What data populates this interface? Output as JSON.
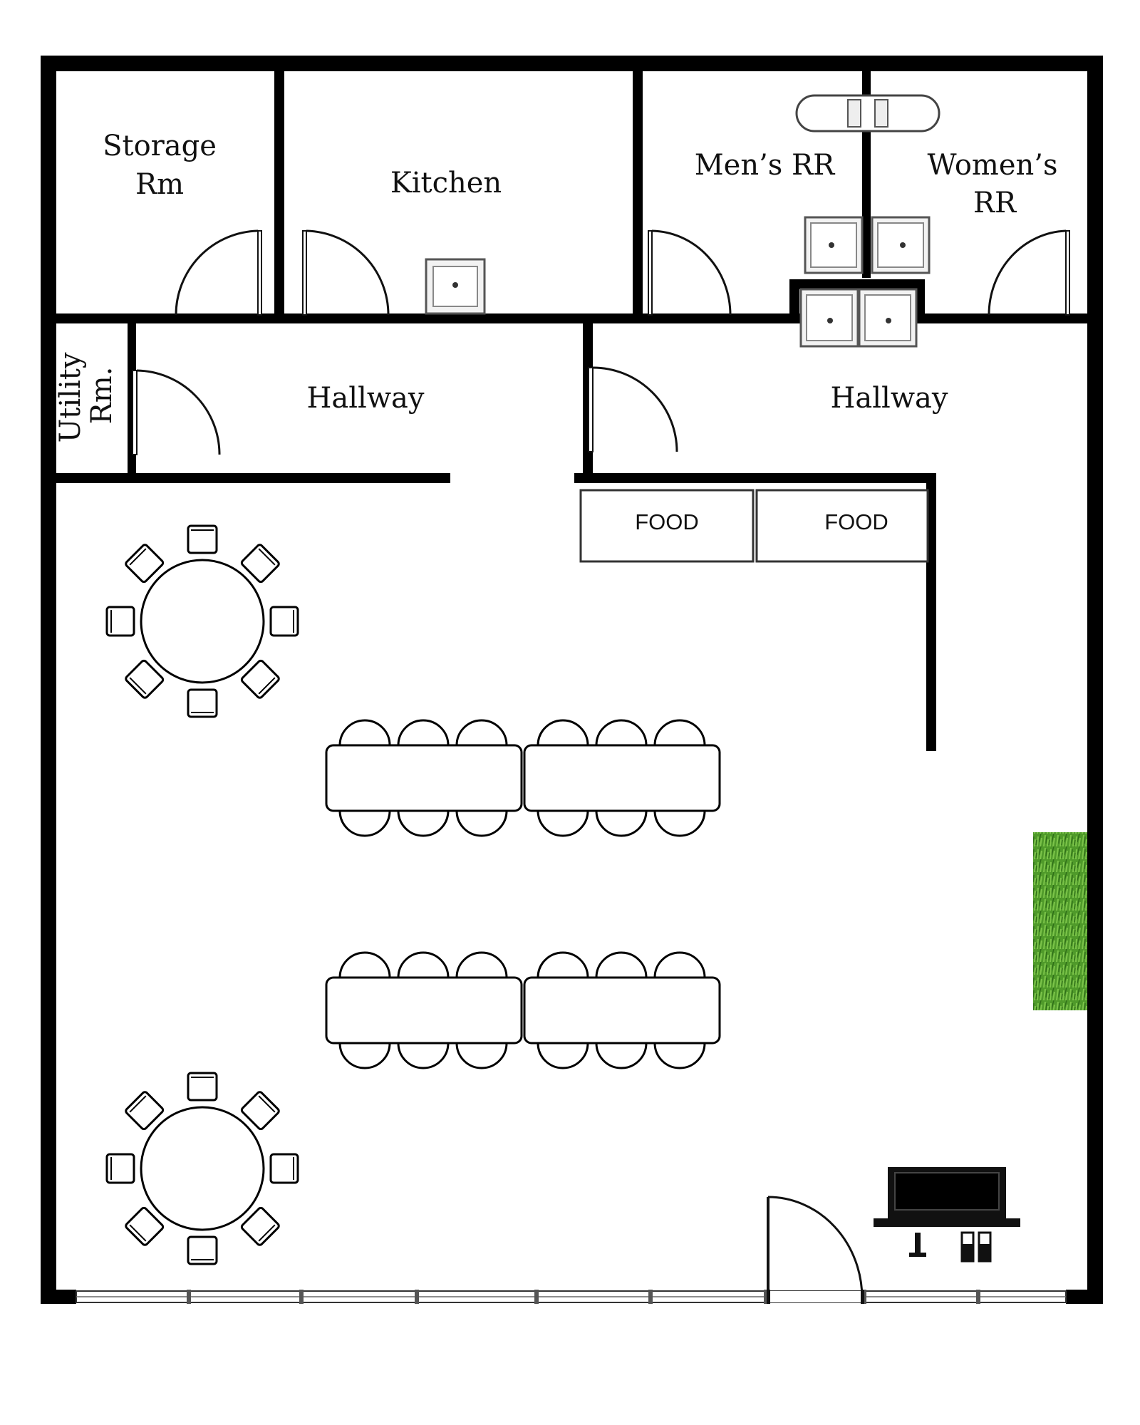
{
  "rooms": {
    "storage_line1": "Storage",
    "storage_line2": "Rm",
    "kitchen": "Kitchen",
    "mens_rr": "Men’s RR",
    "womens_rr_line1": "Women’s",
    "womens_rr_line2": "RR",
    "utility_line1": "Utility",
    "utility_line2": "Rm.",
    "hallway_left": "Hallway",
    "hallway_right": "Hallway"
  },
  "counters": [
    "FOOD",
    "FOOD"
  ],
  "colors": {
    "wall": "#000000",
    "grass": "#4f9a2a",
    "background": "#ffffff"
  },
  "icons": {
    "round_table": "round-table-with-8-chairs",
    "long_table": "banquet-table-with-6-chairs",
    "piano": "grand-piano",
    "green_area": "grass-patch",
    "door": "door-swing-arc",
    "sink": "sink",
    "toilet": "toilet"
  }
}
